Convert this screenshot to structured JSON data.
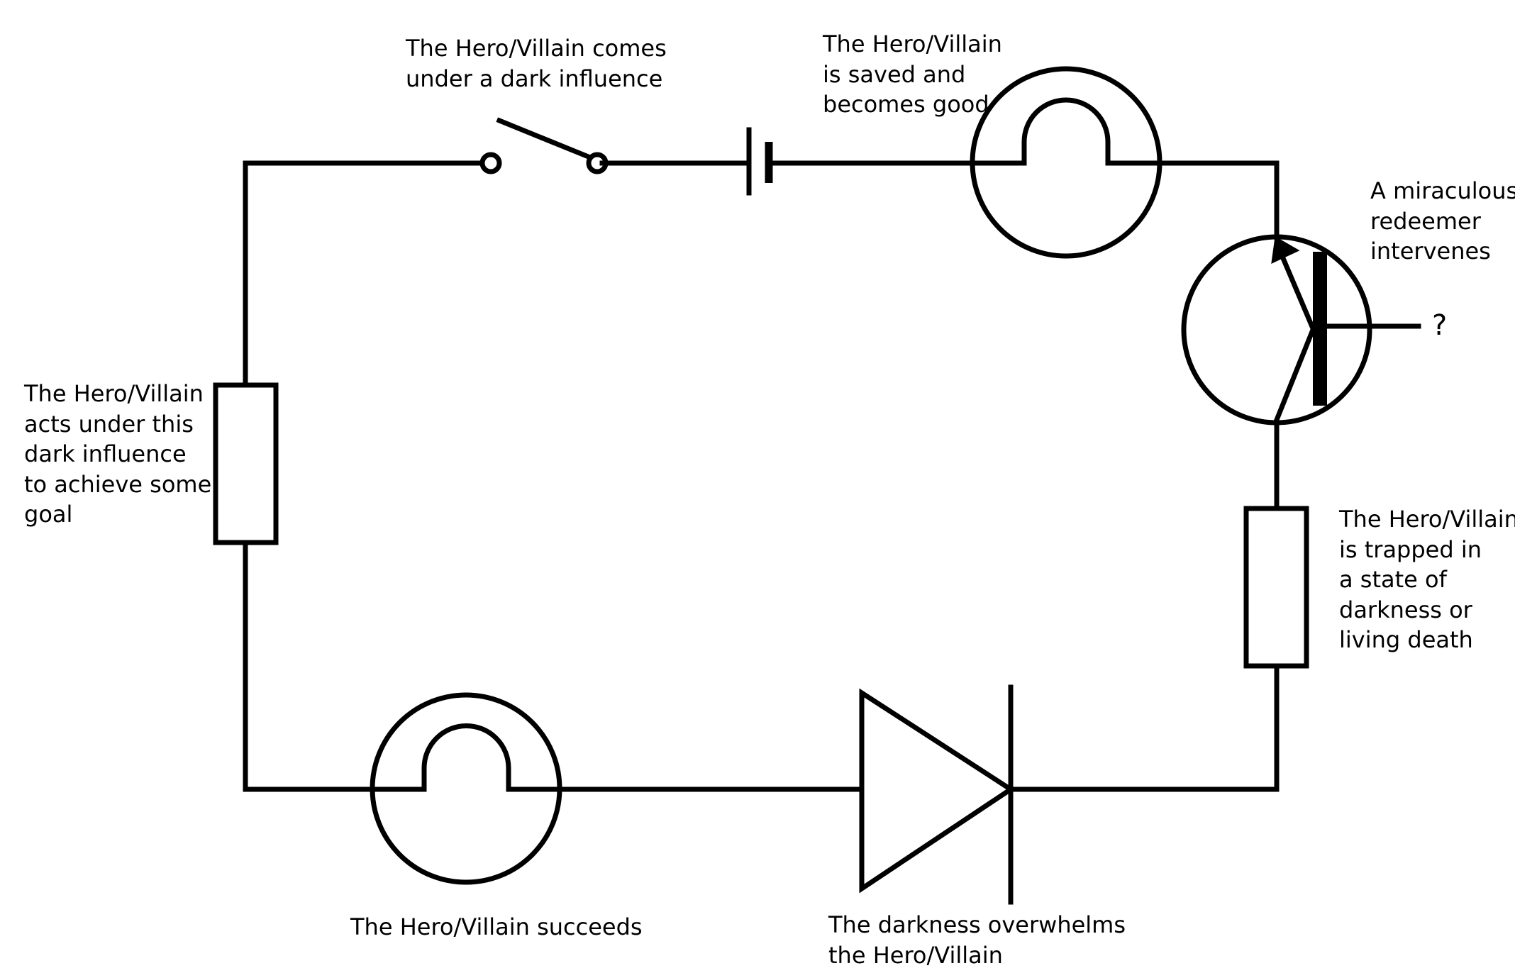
{
  "diagram": {
    "labels": {
      "dark_influence": [
        "The Hero/Villain comes",
        "under a dark influence"
      ],
      "saved": [
        "The Hero/Villain",
        "is saved and",
        "becomes good"
      ],
      "redeemer": [
        "A miraculous",
        "redeemer",
        "intervenes"
      ],
      "trapped": [
        "The Hero/Villain",
        "is trapped in",
        "a state of",
        "darkness or",
        "living death"
      ],
      "acts": [
        "The Hero/Villain",
        "acts under this",
        "dark influence",
        "to achieve some",
        "goal"
      ],
      "succeeds": [
        "The Hero/Villain succeeds"
      ],
      "overwhelms": [
        "The darkness overwhelms",
        "the Hero/Villain"
      ],
      "unknown_output": "?"
    }
  }
}
